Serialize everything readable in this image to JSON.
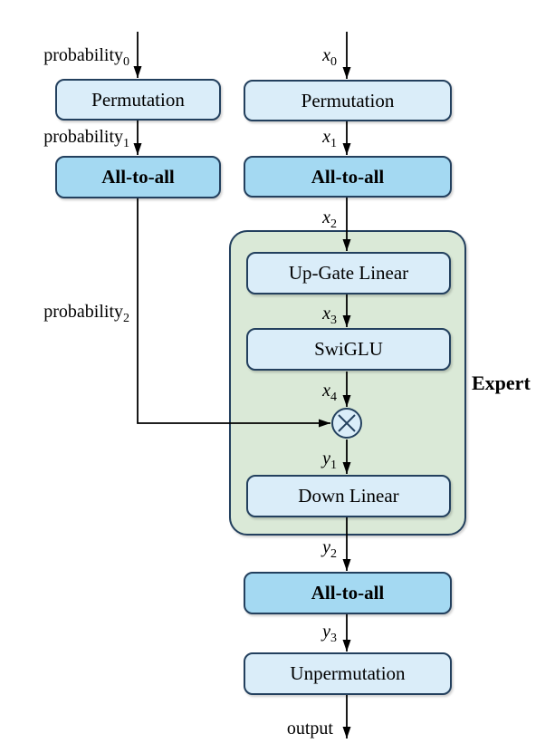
{
  "colors": {
    "light_box_fill": "#daedf9",
    "medium_box_fill": "#a4d9f2",
    "expert_box_fill": "#dae9d7",
    "box_border": "#23405e",
    "arrow": "#000000",
    "background": "#ffffff",
    "text": "#000000"
  },
  "nodes": {
    "permutation_prob": "Permutation",
    "all_to_all_prob": "All-to-all",
    "permutation_x": "Permutation",
    "all_to_all_x": "All-to-all",
    "up_gate_linear": "Up-Gate Linear",
    "swiglu": "SwiGLU",
    "down_linear": "Down Linear",
    "all_to_all_out": "All-to-all",
    "unpermutation": "Unpermutation",
    "expert": "Expert"
  },
  "icons": {
    "multiply_node": "circled-times"
  },
  "edge_labels": {
    "prob0": {
      "base": "probability",
      "sub": "0"
    },
    "prob1": {
      "base": "probability",
      "sub": "1"
    },
    "prob2": {
      "base": "probability",
      "sub": "2"
    },
    "x0": {
      "base": "x",
      "sub": "0"
    },
    "x1": {
      "base": "x",
      "sub": "1"
    },
    "x2": {
      "base": "x",
      "sub": "2"
    },
    "x3": {
      "base": "x",
      "sub": "3"
    },
    "x4": {
      "base": "x",
      "sub": "4"
    },
    "y1": {
      "base": "y",
      "sub": "1"
    },
    "y2": {
      "base": "y",
      "sub": "2"
    },
    "y3": {
      "base": "y",
      "sub": "3"
    },
    "output": {
      "base": "output",
      "sub": ""
    }
  }
}
